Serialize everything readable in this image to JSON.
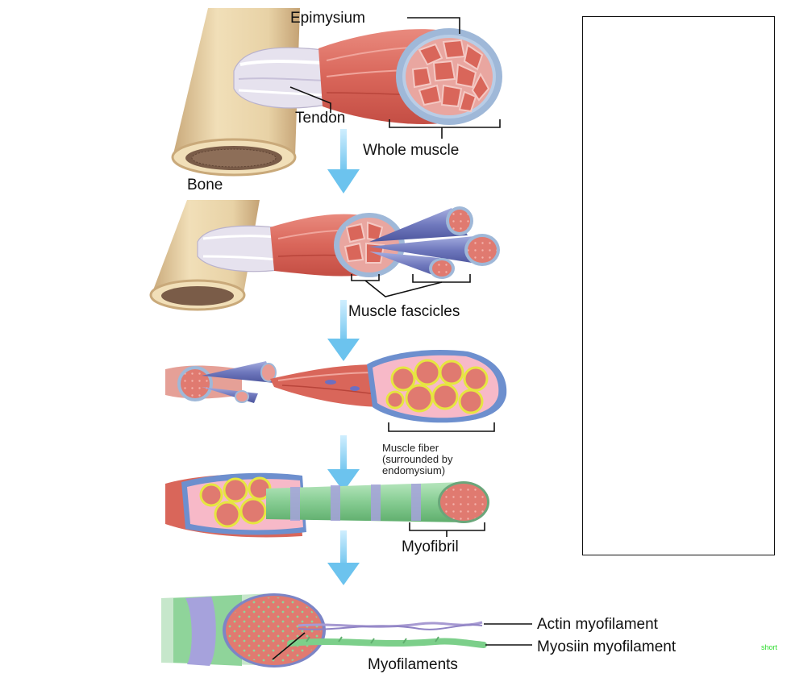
{
  "labels": {
    "epimysium": "Epimysium",
    "tendon": "Tendon",
    "whole_muscle": "Whole muscle",
    "bone": "Bone",
    "muscle_fascicles": "Muscle fascicles",
    "muscle_fiber_line1": "Muscle fiber",
    "muscle_fiber_line2": "(surrounded by",
    "muscle_fiber_line3": "endomysium)",
    "myofibril": "Myofibril",
    "actin_myofilament": "Actin myofilament",
    "myosin_myofilament": "Myosiin myofilament",
    "myosin_annotation": "short",
    "myofilaments": "Myofilaments"
  },
  "colors": {
    "bone": "#e8d2a6",
    "bone_dark": "#c9a97a",
    "marrow": "#7a5c48",
    "tendon": "#e6e2ee",
    "muscle": "#d9665a",
    "fascicle_fill": "#e99b94",
    "sheath_blue": "#9fb8d8",
    "perimysium_blue": "#7c85c6",
    "endomysium_yellow": "#e6e640",
    "myofibril_green": "#8fd49a",
    "arrow_blue": "#8fd0f2",
    "actin_purple": "#a79ad2",
    "myosin_green": "#7ccf8a",
    "annotation_green": "#2cdc2c"
  }
}
